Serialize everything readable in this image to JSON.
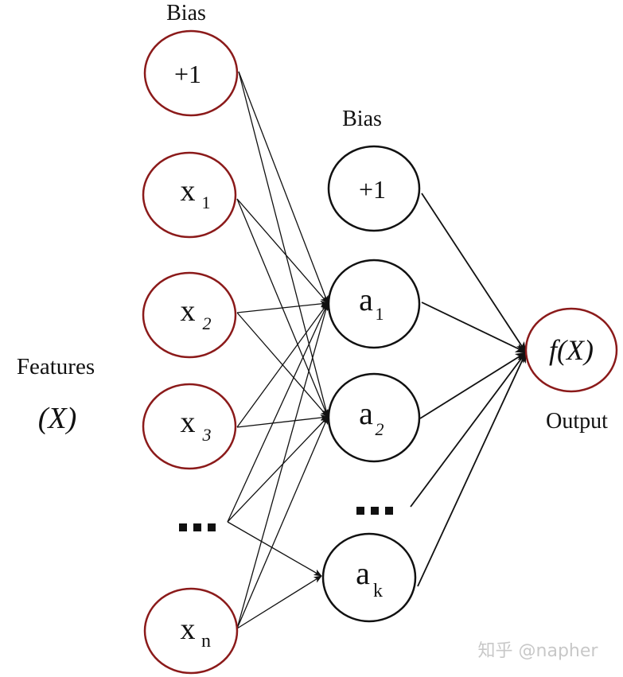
{
  "colors": {
    "input_stroke": "#8b1a1a",
    "hidden_stroke": "#111111",
    "output_stroke": "#8b1a1a",
    "edge": "#111111",
    "text": "#111111",
    "watermark": "#c8c8c8"
  },
  "captions": {
    "input_bias": "Bias",
    "hidden_bias": "Bias",
    "features_title": "Features",
    "features_symbol": "(X)",
    "output": "Output",
    "input_ellipsis": "...",
    "hidden_ellipsis": "..."
  },
  "layers": {
    "input": [
      {
        "id": "in_bias",
        "main": "+1",
        "sub": ""
      },
      {
        "id": "x1",
        "main": "x",
        "sub": "1"
      },
      {
        "id": "x2",
        "main": "x",
        "sub": "2"
      },
      {
        "id": "x3",
        "main": "x",
        "sub": "3"
      },
      {
        "id": "xn",
        "main": "x",
        "sub": "n"
      }
    ],
    "hidden": [
      {
        "id": "h_bias",
        "main": "+1",
        "sub": ""
      },
      {
        "id": "a1",
        "main": "a",
        "sub": "1"
      },
      {
        "id": "a2",
        "main": "a",
        "sub": "2"
      },
      {
        "id": "ak",
        "main": "a",
        "sub": "k"
      }
    ],
    "output": [
      {
        "id": "fx",
        "main": "f(X)",
        "sub": ""
      }
    ]
  },
  "edges": [
    {
      "from": "in_bias",
      "to": "a1"
    },
    {
      "from": "in_bias",
      "to": "a2"
    },
    {
      "from": "x1",
      "to": "a1"
    },
    {
      "from": "x1",
      "to": "a2"
    },
    {
      "from": "x2",
      "to": "a1"
    },
    {
      "from": "x2",
      "to": "a2"
    },
    {
      "from": "x3",
      "to": "a1"
    },
    {
      "from": "x3",
      "to": "a2"
    },
    {
      "from": "in_dots",
      "to": "a1"
    },
    {
      "from": "in_dots",
      "to": "a2"
    },
    {
      "from": "in_dots",
      "to": "ak"
    },
    {
      "from": "xn",
      "to": "a1"
    },
    {
      "from": "xn",
      "to": "a2"
    },
    {
      "from": "xn",
      "to": "ak"
    },
    {
      "from": "h_bias",
      "to": "fx"
    },
    {
      "from": "a1",
      "to": "fx"
    },
    {
      "from": "a2",
      "to": "fx"
    },
    {
      "from": "h_dots",
      "to": "fx"
    },
    {
      "from": "ak",
      "to": "fx"
    }
  ],
  "watermark": "知乎 @napher"
}
